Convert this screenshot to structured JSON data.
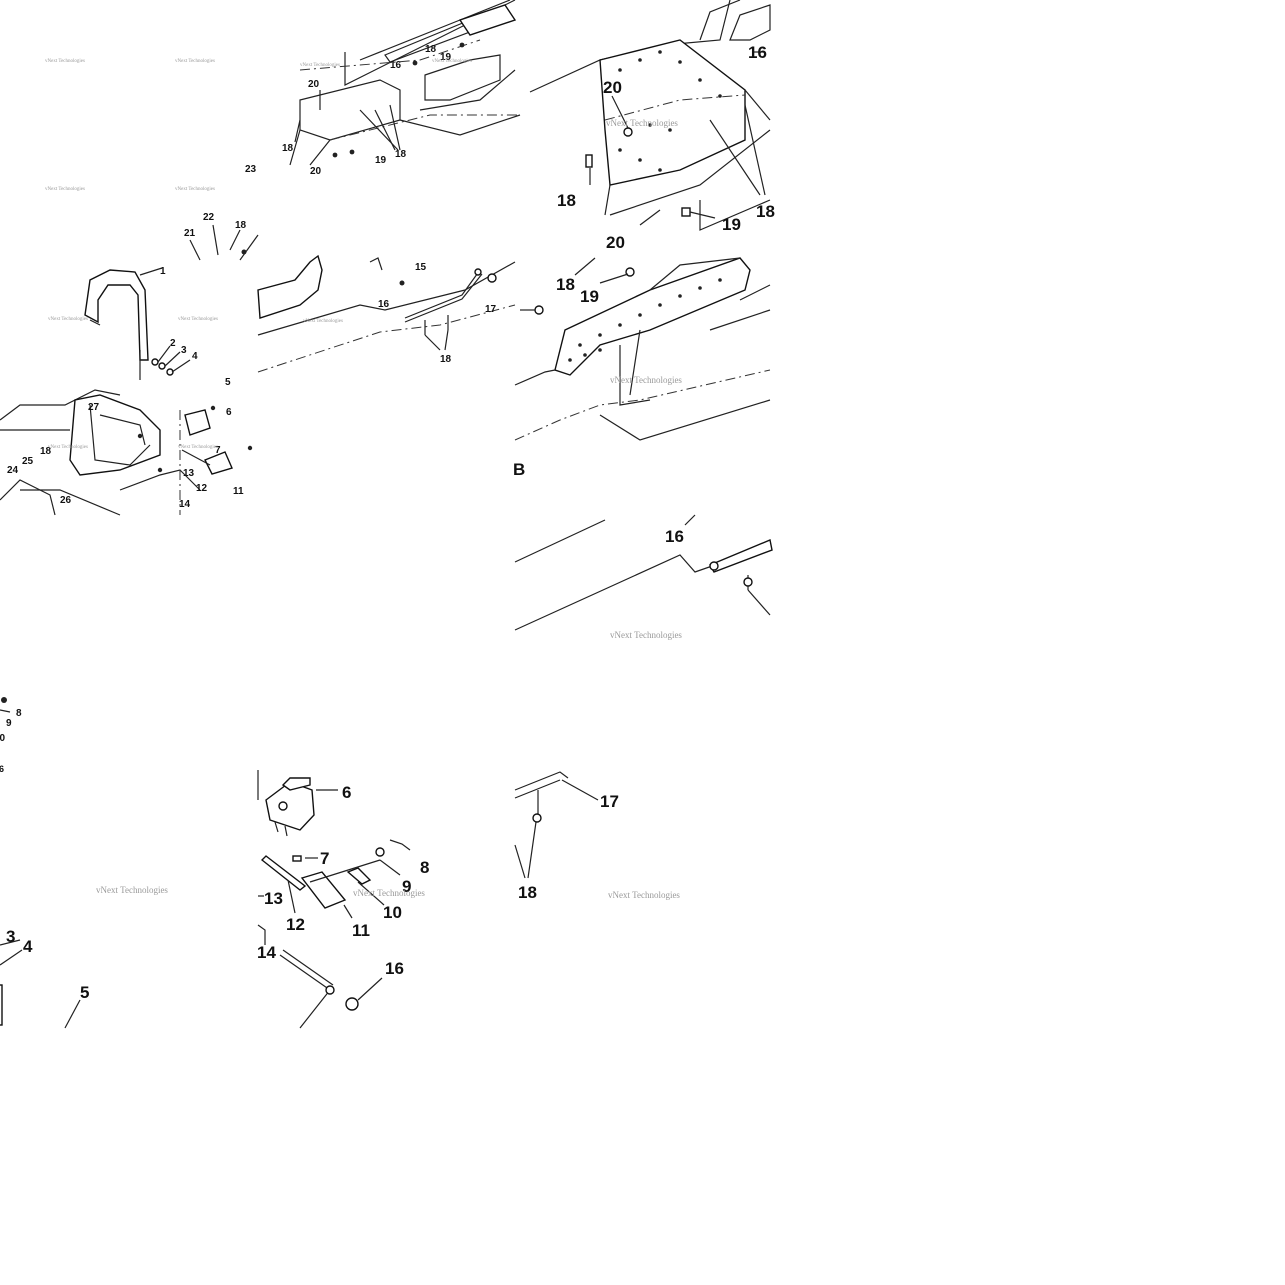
{
  "watermark": "vNext Technologies",
  "tiles": {
    "t1": [
      "18",
      "19",
      "16",
      "20",
      "18",
      "18",
      "20",
      "19",
      "18"
    ],
    "t2": [
      "20",
      "18",
      "19",
      "18",
      "20",
      "16"
    ],
    "t3": [
      "23",
      "22",
      "18",
      "21",
      "1",
      "2",
      "3",
      "4",
      "5",
      "6",
      "7",
      "27",
      "18",
      "25",
      "24",
      "26",
      "13",
      "12",
      "11",
      "14"
    ],
    "t4": [
      "15",
      "16",
      "17",
      "18"
    ],
    "t5": [
      "18",
      "19"
    ],
    "t6": [
      "16"
    ],
    "t7": [
      "8",
      "9",
      "3",
      "4",
      "5"
    ],
    "t8": [
      "6",
      "7",
      "8",
      "9",
      "13",
      "12",
      "11",
      "10",
      "14",
      "16"
    ],
    "t9": [
      "17",
      "18"
    ]
  }
}
